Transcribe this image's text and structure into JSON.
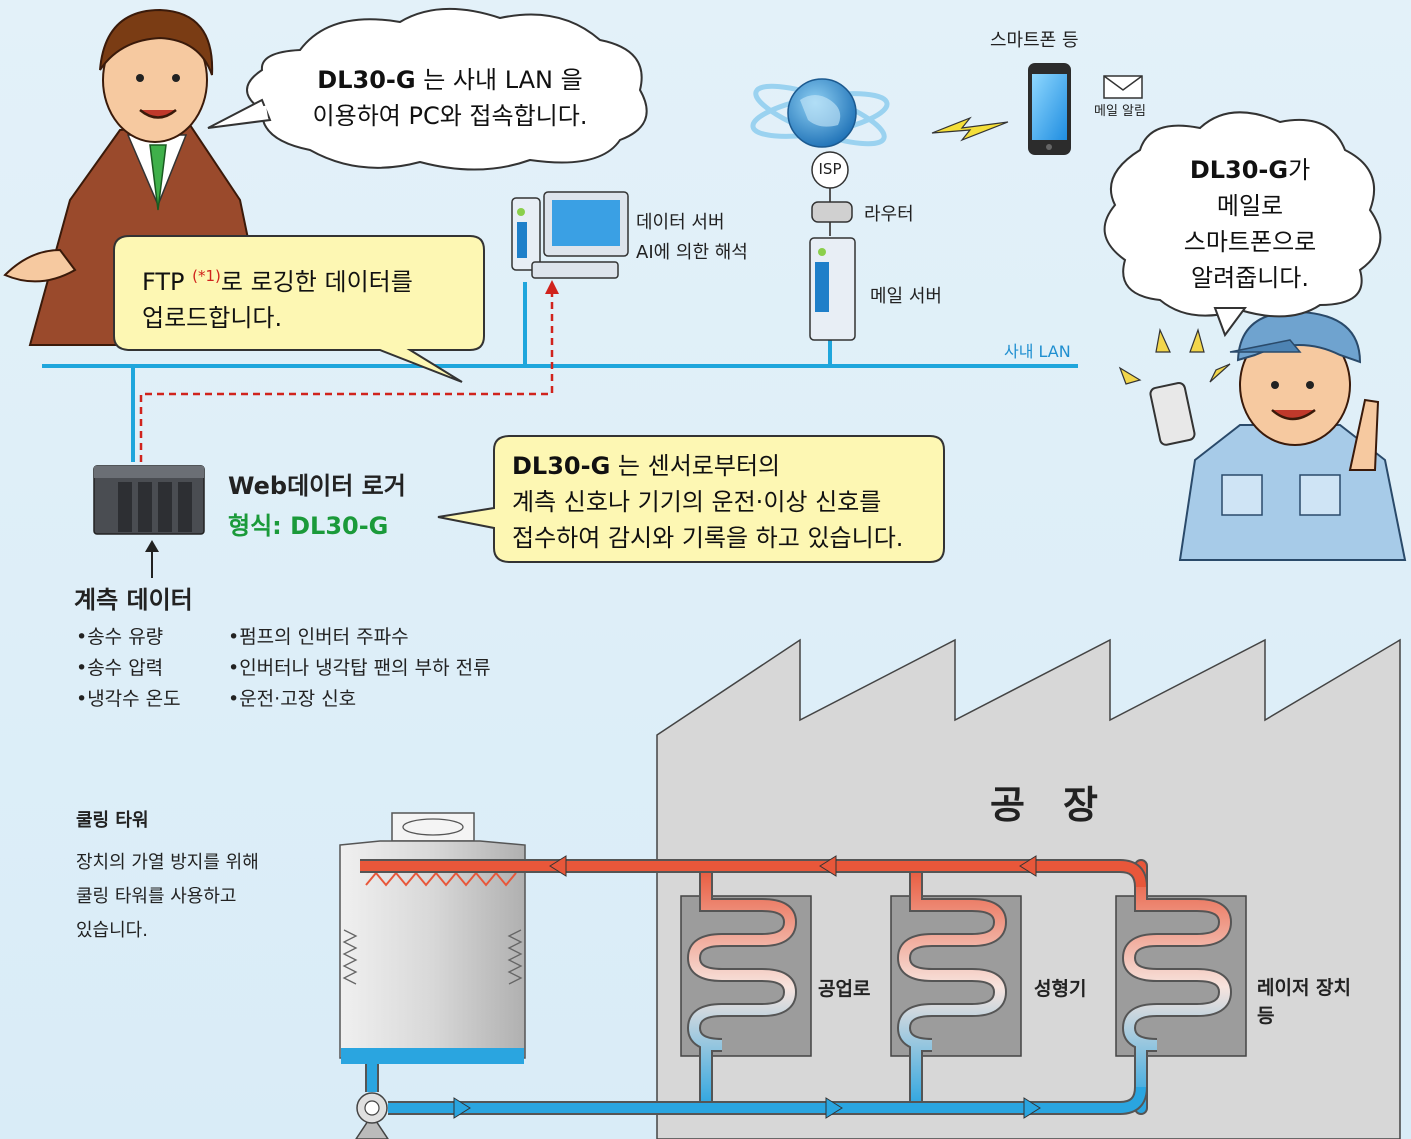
{
  "bubbles": {
    "top": {
      "brand": "DL30-G",
      "line1": " 는 사내 LAN 을",
      "line2": "이용하여 PC와 접속합니다."
    },
    "right": {
      "brand": "DL30-G",
      "line1": "가",
      "line2": "메일로",
      "line3": "스마트폰으로",
      "line4": "알려줍니다."
    }
  },
  "callouts": {
    "ftp": {
      "prefix": "FTP ",
      "note": "(*1)",
      "line1": "로 로깅한 데이터를",
      "line2": "업로드합니다."
    },
    "monitor": {
      "brand": "DL30-G",
      "line1": " 는 센서로부터의",
      "line2": "계측 신호나 기기의 운전·이상 신호를",
      "line3": "접수하여 감시와 기록을 하고 있습니다."
    }
  },
  "network": {
    "smartphone_label": "스마트폰 등",
    "mail_alert": "메일 알림",
    "isp": "ISP",
    "router": "라우터",
    "mail_server": "메일 서버",
    "data_server_line1": "데이터 서버",
    "data_server_line2": "AI에 의한 해석",
    "lan": "사내 LAN"
  },
  "logger": {
    "name": "Web데이터 로거",
    "model": "형식: DL30-G"
  },
  "measurement": {
    "title": "계측 데이터",
    "col1": [
      "•송수 유량",
      "•송수 압력",
      "•냉각수 온도"
    ],
    "col2": [
      "•펌프의 인버터 주파수",
      "•인버터나 냉각탑 팬의 부하 전류",
      "•운전·고장 신호"
    ]
  },
  "cooling": {
    "title": "쿨링 타워",
    "line1": "장치의 가열 방지를 위해",
    "line2": "쿨링 타워를 사용하고",
    "line3": "있습니다."
  },
  "factory": {
    "title": "공　장",
    "machines": [
      "공업로",
      "성형기",
      "레이저 장치"
    ],
    "machine3_extra": "등"
  },
  "colors": {
    "lan": "#1fa6dc",
    "hot": "#e8573a",
    "cold": "#2aa5e0",
    "callout": "#fdf7b3",
    "green": "#1a9a3a"
  }
}
